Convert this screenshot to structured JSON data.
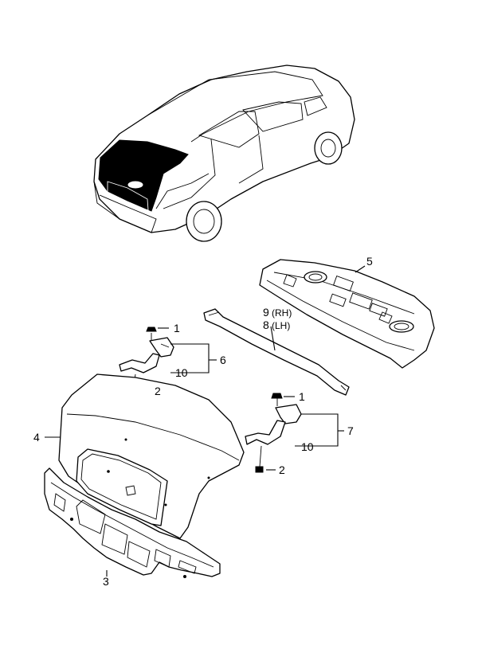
{
  "callouts": {
    "c1_upper": "1",
    "c2_upper": "2",
    "c6": "6",
    "c10_upper": "10",
    "c5": "5",
    "c9": "9",
    "c9_side": "(RH)",
    "c8": "8",
    "c8_side": "(LH)",
    "c1_lower": "1",
    "c7": "7",
    "c10_lower": "10",
    "c2_lower": "2",
    "c4": "4",
    "c3": "3"
  }
}
